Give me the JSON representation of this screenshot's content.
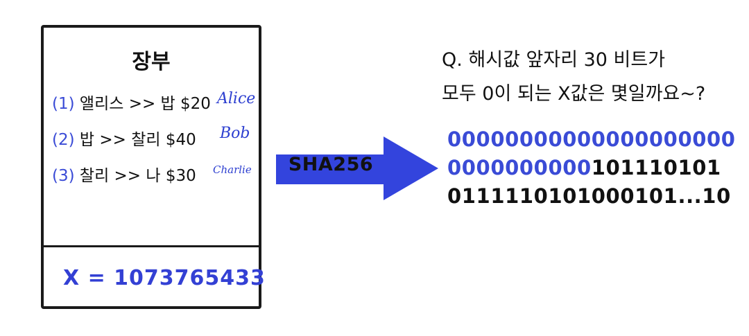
{
  "ledger": {
    "title": "장부",
    "entries": [
      {
        "num": "(1)",
        "text": " 앨리스 >> 밥 $20",
        "signature": "Alice"
      },
      {
        "num": "(2)",
        "text": " 밥 >> 찰리 $40",
        "signature": "Bob"
      },
      {
        "num": "(3)",
        "text": " 찰리 >> 나 $30",
        "signature": "Charlie"
      }
    ],
    "nonce": "X = 1073765433"
  },
  "arrow": {
    "label": "SHA256",
    "color": "#3344dd"
  },
  "question": {
    "line1": "Q. 해시값 앞자리 30 비트가",
    "line2": "모두 0이 되는 X값은 몇일까요~?"
  },
  "hash": {
    "line1_zeros": "00000000000000000000",
    "line2_zeros": "0000000000",
    "line2_rest": "101110101",
    "line3": "0111110101000101...10"
  },
  "colors": {
    "accent": "#3a4bd6",
    "border": "#1a1a1a"
  }
}
